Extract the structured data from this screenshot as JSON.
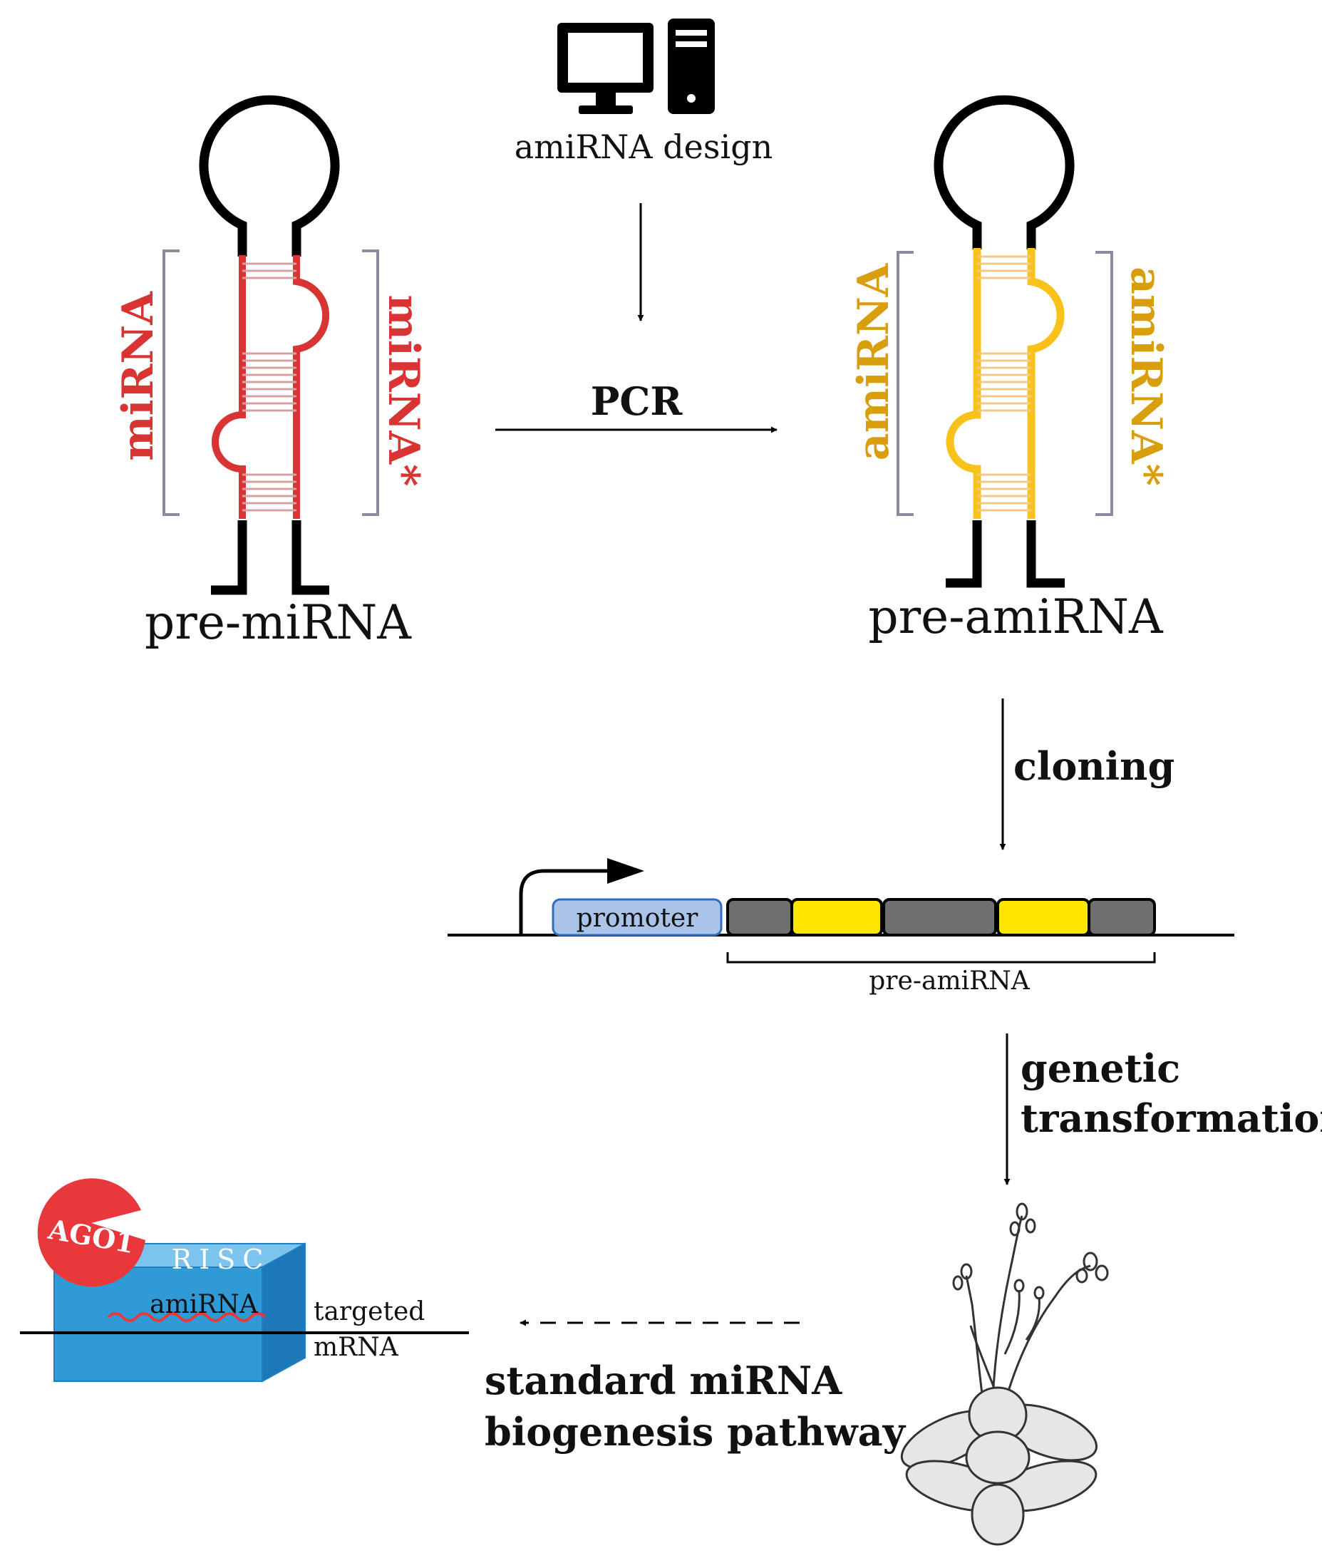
{
  "top": {
    "computer_caption": "amiRNA design",
    "pcr_label": "PCR"
  },
  "pre_mirna": {
    "left_label": "miRNA",
    "right_label": "miRNA*",
    "caption": "pre-miRNA",
    "color": "#d93434"
  },
  "pre_amirna": {
    "left_label": "amiRNA",
    "right_label": "amiRNA*",
    "caption": "pre-amiRNA",
    "color": "#d99e0c",
    "stem_color": "#f9c21a"
  },
  "construct": {
    "cloning_label": "cloning",
    "promoter_label": "promoter",
    "bracket_label": "pre-amiRNA",
    "promoter_color": "#a9c4e8",
    "segment_gray": "#6f6f6f",
    "segment_yellow": "#ffe600"
  },
  "transformation": {
    "line1": "genetic",
    "line2": "transformation"
  },
  "pathway": {
    "line1": "standard miRNA",
    "line2": "biogenesis pathway"
  },
  "risc": {
    "ago_label": "AGO1",
    "risc_label": "RISC",
    "amirna_label": "amiRNA",
    "target_line1": "targeted",
    "target_line2": "mRNA",
    "ago_color": "#e8383c",
    "box_color": "#2f9ad6"
  }
}
